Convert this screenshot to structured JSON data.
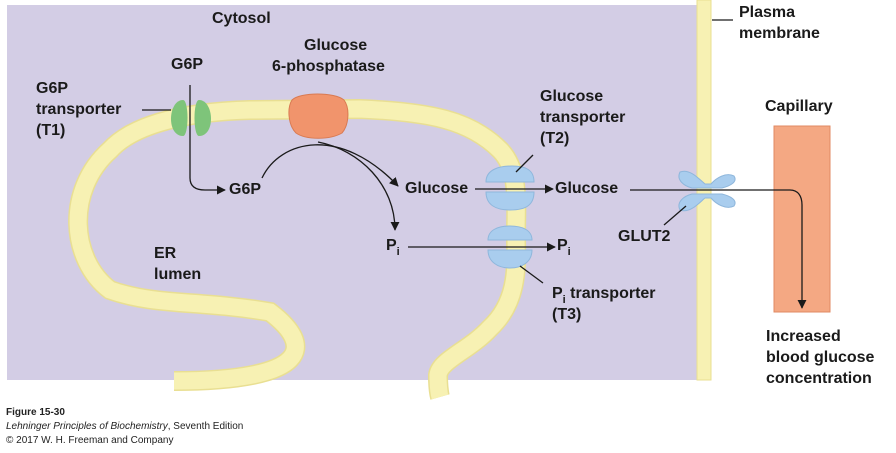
{
  "colors": {
    "cytosol": "#d3cde5",
    "er_membrane": "#f7f1b3",
    "er_membrane_edge": "#e9df92",
    "transporter_t1": "#7ec47a",
    "g6pase": "#f1946c",
    "transporter_blue": "#a9cdee",
    "capillary": "#f4a883",
    "arrow": "#1a1a1a"
  },
  "labels": {
    "cytosol": "Cytosol",
    "plasma_membrane_1": "Plasma",
    "plasma_membrane_2": "membrane",
    "g6p_top": "G6P",
    "glucose_6_phosphatase_1": "Glucose",
    "glucose_6_phosphatase_2": "6-phosphatase",
    "g6p_transporter_1": "G6P",
    "g6p_transporter_2": "transporter",
    "g6p_transporter_3": "(T1)",
    "glucose_transporter_1": "Glucose",
    "glucose_transporter_2": "transporter",
    "glucose_transporter_3": "(T2)",
    "capillary": "Capillary",
    "g6p_lumen": "G6P",
    "glucose_lumen": "Glucose",
    "glucose_cytosol": "Glucose",
    "pi_lumen": "P",
    "pi_lumen_sub": "i",
    "pi_cytosol": "P",
    "pi_cytosol_sub": "i",
    "er_lumen_1": "ER",
    "er_lumen_2": "lumen",
    "glut2": "GLUT2",
    "pi_transporter_p": "P",
    "pi_transporter_sub": "i",
    "pi_transporter_rest": " transporter",
    "pi_transporter_t3": "(T3)",
    "increased_1": "Increased",
    "increased_2": "blood glucose",
    "increased_3": "concentration"
  },
  "caption": {
    "figure": "Figure 15-30",
    "book": "Lehninger Principles of Biochemistry",
    "edition": ", Seventh Edition",
    "copyright": "© 2017 W. H. Freeman and Company"
  },
  "icons": {
    "t1": "g6p-transporter-icon",
    "g6pase": "glucose-6-phosphatase-icon",
    "t2": "glucose-transporter-icon",
    "t3": "pi-transporter-icon",
    "glut2": "glut2-icon"
  }
}
